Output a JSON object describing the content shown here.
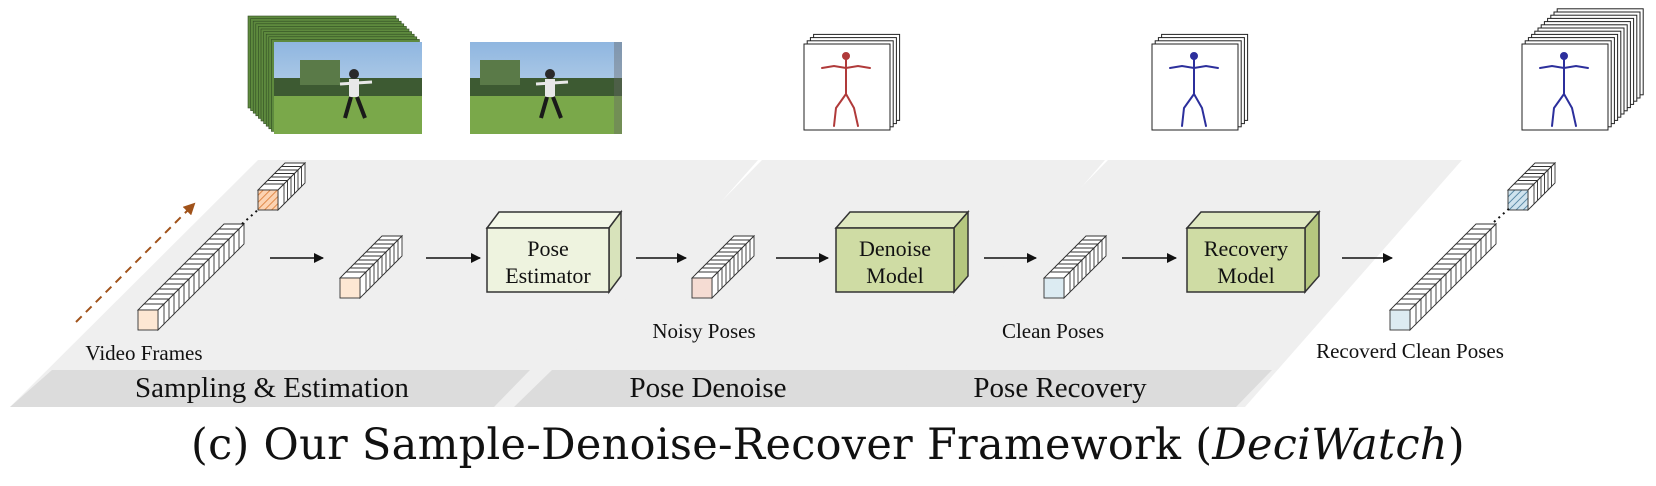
{
  "figure": {
    "caption_prefix": "(c) Our Sample-Denoise-Recover Framework (",
    "caption_italic": "DeciWatch",
    "caption_suffix": ")",
    "stages": [
      {
        "label": "Sampling & Estimation"
      },
      {
        "label": "Pose Denoise"
      },
      {
        "label": "Pose Recovery"
      }
    ],
    "modules": [
      {
        "line1": "Pose",
        "line2": "Estimator"
      },
      {
        "line1": "Denoise",
        "line2": "Model"
      },
      {
        "line1": "Recovery",
        "line2": "Model"
      }
    ],
    "labels": {
      "video_frames": "Video Frames",
      "noisy_poses": "Noisy Poses",
      "clean_poses": "Clean Poses",
      "recovered_clean_poses": "Recoverd Clean Poses"
    },
    "colors": {
      "panel": "#efefef",
      "panel_band": "#dcdcdc",
      "estimator_fill": "#eef3df",
      "model_fill": "#cfdca4",
      "frame_fill": "#fde7d3",
      "noisy_fill": "#f5dcd3",
      "clean_fill": "#dcebf2",
      "noisy_skeleton": "#b03a3a",
      "clean_skeleton": "#2c2f9c",
      "sampling_arrow": "#a0521a"
    }
  }
}
